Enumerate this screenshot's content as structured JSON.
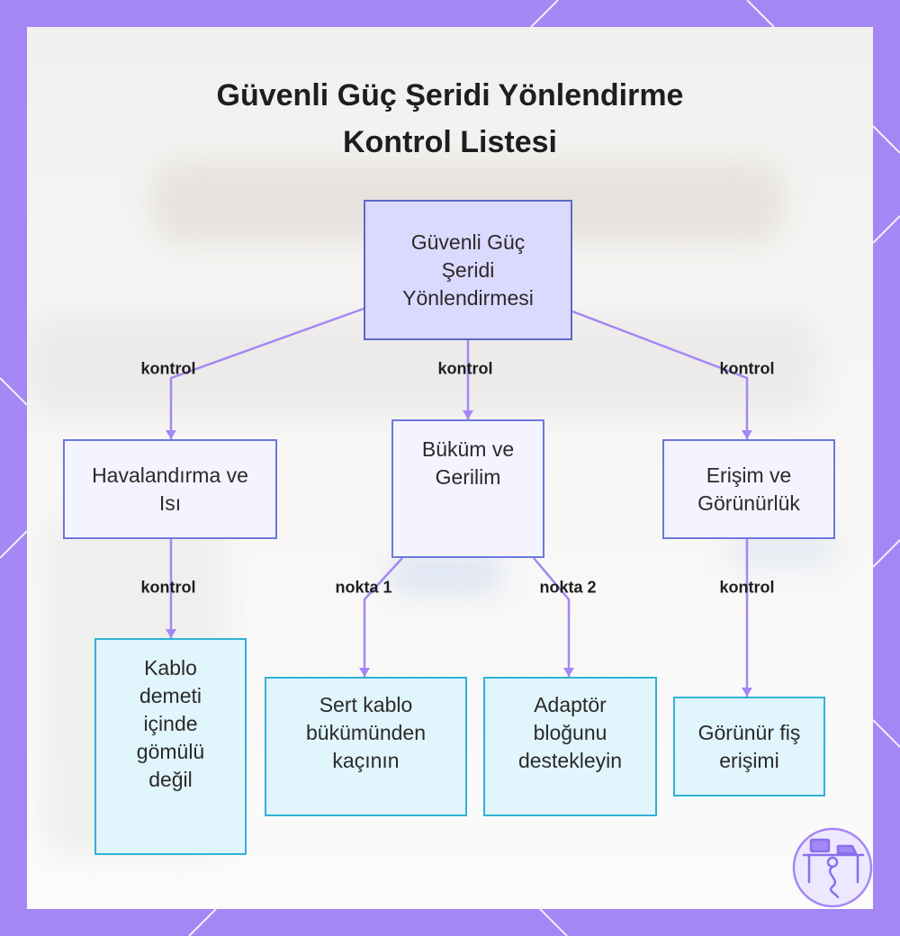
{
  "diagram": {
    "title_line1": "Güvenli Güç Şeridi Yönlendirme",
    "title_line2": "Kontrol Listesi",
    "colors": {
      "frame": "#a487f5",
      "connector": "#a487f5",
      "root_fill": "#dcd9ff",
      "root_border": "#5c69c8",
      "category_fill": "#f3f4ff",
      "category_border": "#6c78d8",
      "leaf_fill": "#e1f5fc",
      "leaf_border": "#2fb2d6"
    },
    "root": "Güvenli Güç Şeridi Yönlendirmesi",
    "categories": [
      {
        "label": "Havalandırma ve Isı",
        "edge_label": "kontrol"
      },
      {
        "label": "Büküm ve Gerilim",
        "edge_label": "kontrol"
      },
      {
        "label": "Erişim ve Görünürlük",
        "edge_label": "kontrol"
      }
    ],
    "leaves": [
      {
        "label": "Kablo demeti içinde gömülü değil",
        "parent": "Havalandırma ve Isı",
        "edge_label": "kontrol"
      },
      {
        "label": "Sert kablo bükümünden kaçının",
        "parent": "Büküm ve Gerilim",
        "edge_label": "nokta 1"
      },
      {
        "label": "Adaptör bloğunu destekleyin",
        "parent": "Büküm ve Gerilim",
        "edge_label": "nokta 2"
      },
      {
        "label": "Görünür fiş erişimi",
        "parent": "Erişim ve Görünürlük",
        "edge_label": "kontrol"
      }
    ],
    "logo_icon": "desk-cable-icon"
  }
}
